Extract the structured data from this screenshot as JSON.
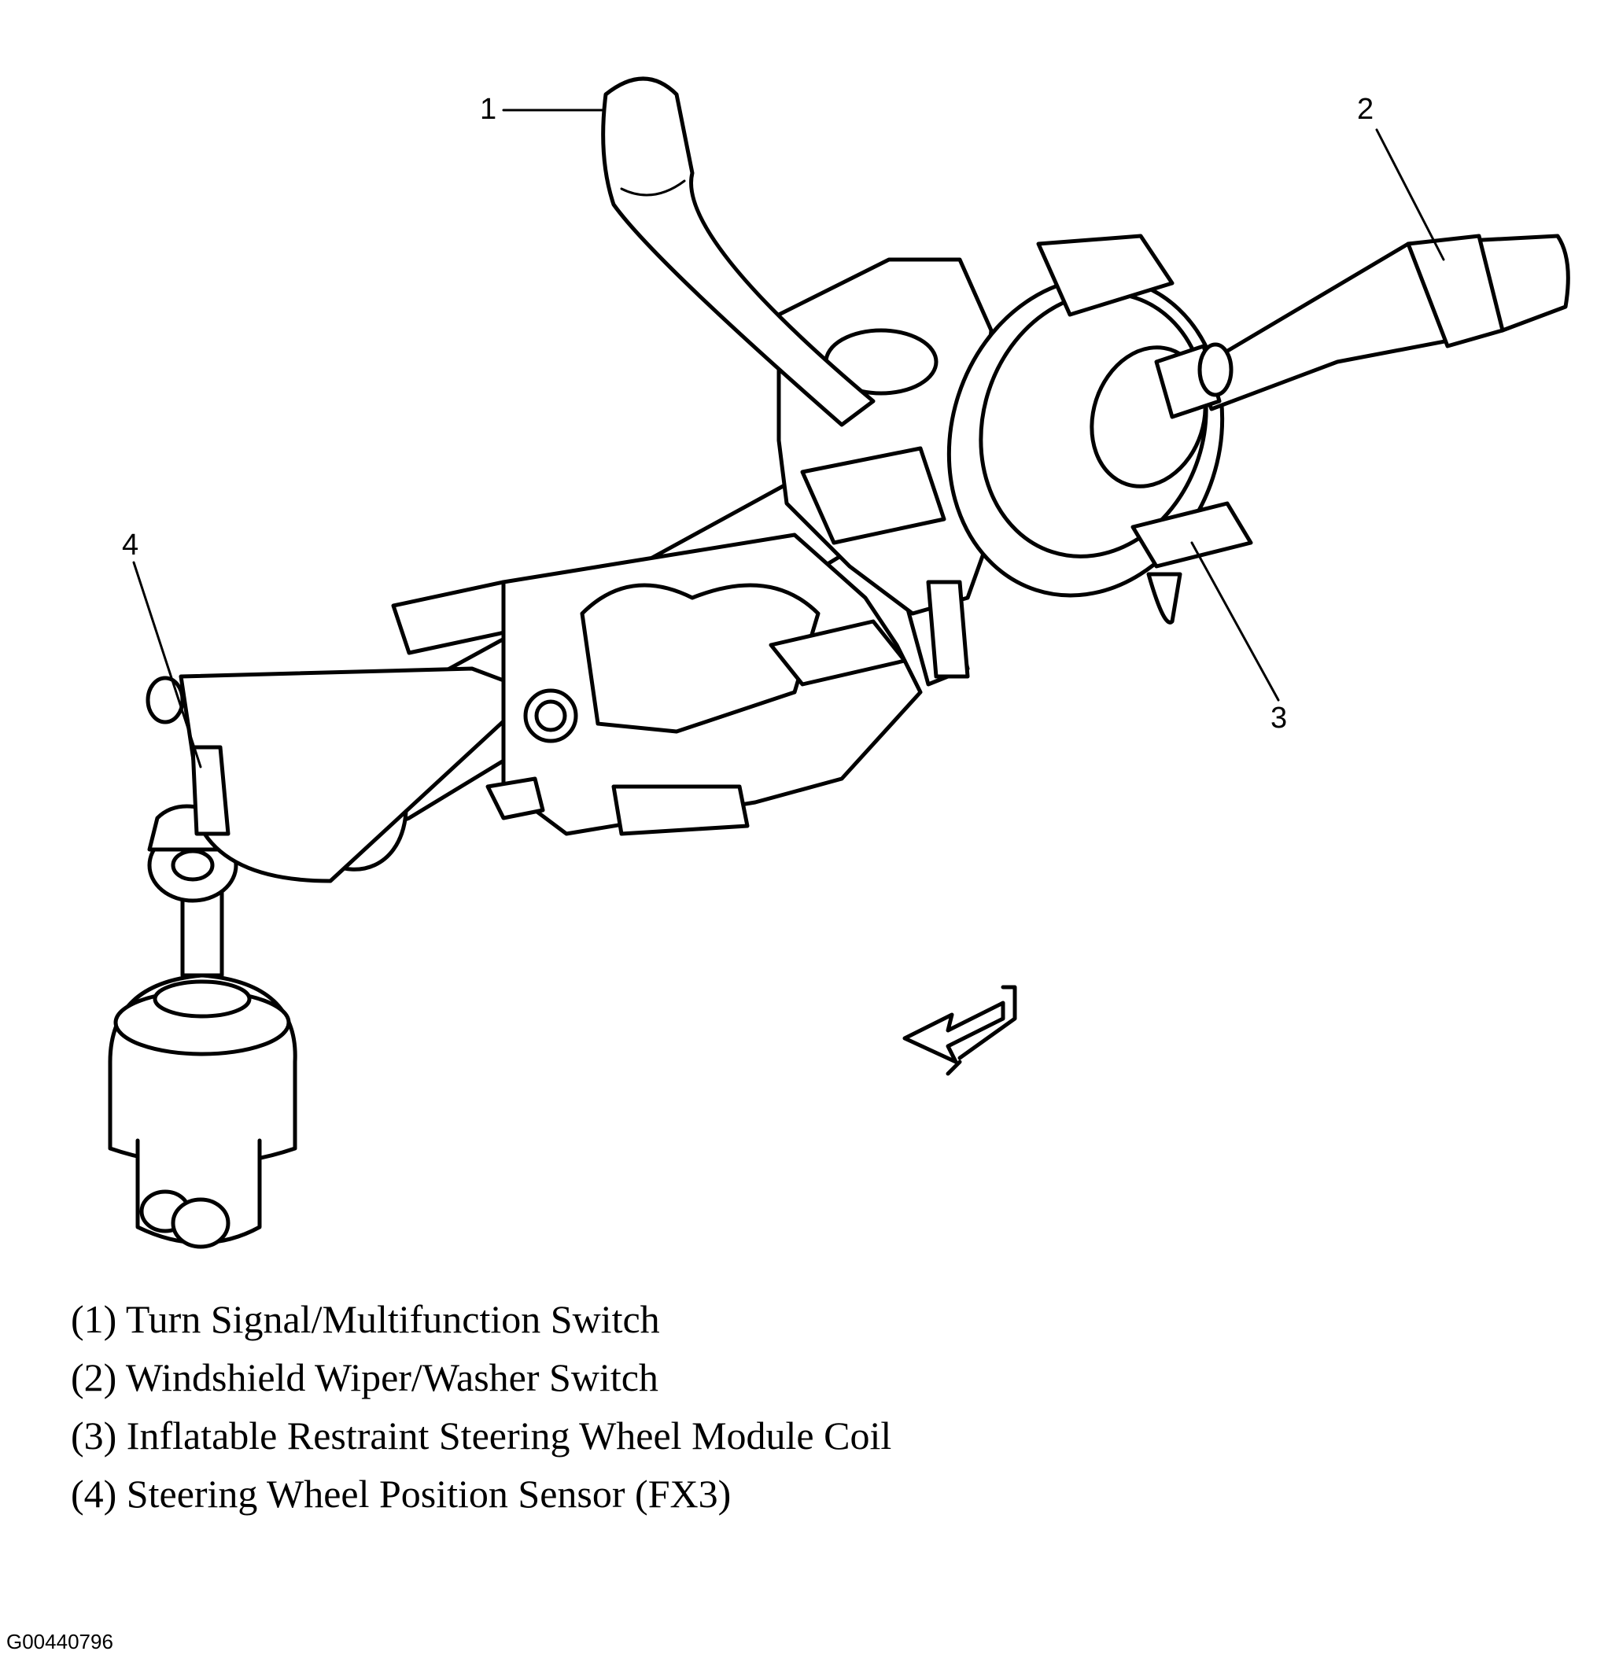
{
  "callouts": [
    {
      "num": "1"
    },
    {
      "num": "2"
    },
    {
      "num": "3"
    },
    {
      "num": "4"
    }
  ],
  "legend": [
    {
      "text": "(1) Turn Signal/Multifunction Switch"
    },
    {
      "text": "(2) Windshield Wiper/Washer Switch"
    },
    {
      "text": "(3) Inflatable Restraint Steering Wheel Module Coil"
    },
    {
      "text": "(4) Steering Wheel Position Sensor (FX3)"
    }
  ],
  "figure_id": "G00440796"
}
